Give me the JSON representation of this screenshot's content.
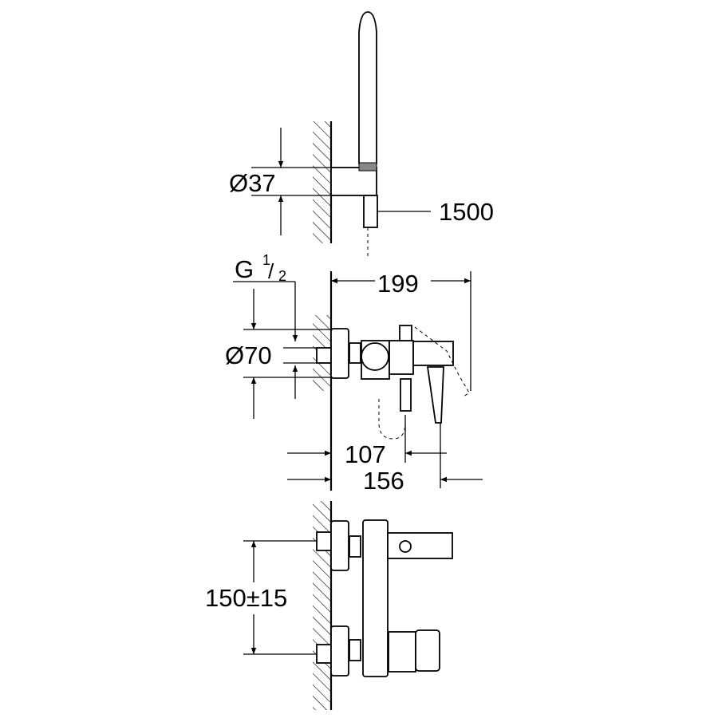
{
  "dimensions": {
    "hose_holder_diameter": "Ø37",
    "hose_length": "1500",
    "thread": "G",
    "thread_fraction_num": "1",
    "thread_fraction_den": "2",
    "escutcheon_diameter": "Ø70",
    "total_projection": "199",
    "outlet_projection": "107",
    "lever_projection": "156",
    "inlet_centers": "150±15"
  },
  "colors": {
    "line": "#000000",
    "background": "#ffffff"
  }
}
